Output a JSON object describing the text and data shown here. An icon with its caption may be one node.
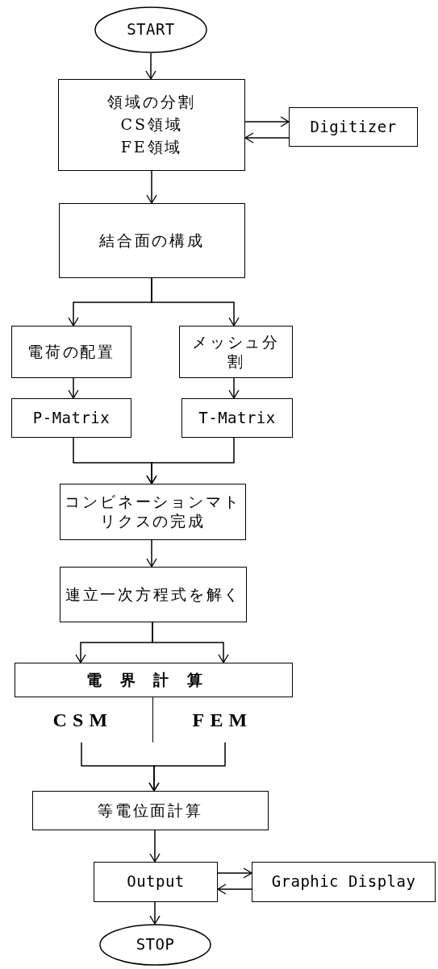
{
  "diagram": {
    "nodes": [
      {
        "text": [
          "START"
        ]
      },
      {
        "text": [
          "領域の分割",
          "CS領域",
          "FE領域"
        ]
      },
      {
        "text": [
          "Digitizer"
        ]
      },
      {
        "text": [
          "結合面の構成"
        ]
      },
      {
        "text": [
          "電荷の配置"
        ]
      },
      {
        "text": [
          "メッシュ分割"
        ]
      },
      {
        "text": [
          "P-Matrix"
        ]
      },
      {
        "text": [
          "T-Matrix"
        ]
      },
      {
        "text": [
          "コンビネーションマトリクスの完成"
        ]
      },
      {
        "text": [
          "連立一次方程式を解く"
        ]
      },
      {
        "text": [
          "電界計算"
        ]
      },
      {
        "text": [
          "CSM"
        ],
        "in": 10
      },
      {
        "text": [
          "FEM"
        ],
        "in": 10
      },
      {
        "text": [
          "等電位面計算"
        ]
      },
      {
        "text": [
          "Output"
        ]
      },
      {
        "text": [
          "Graphic Display"
        ]
      },
      {
        "text": [
          "STOP"
        ]
      }
    ],
    "edges": [
      {
        "from": 0,
        "to": 1,
        "arrow": "to"
      },
      {
        "from": 1,
        "to": 2,
        "arrow": "to"
      },
      {
        "from": 2,
        "to": 1,
        "arrow": "to"
      },
      {
        "from": 1,
        "to": 3,
        "arrow": "to"
      },
      {
        "from": 3,
        "to": 4,
        "arrow": "to"
      },
      {
        "from": 3,
        "to": 5,
        "arrow": "to"
      },
      {
        "from": 4,
        "to": 6,
        "arrow": "to"
      },
      {
        "from": 5,
        "to": 7,
        "arrow": "to"
      },
      {
        "from": 6,
        "to": 8,
        "arrow": "to"
      },
      {
        "from": 7,
        "to": 8,
        "arrow": "to"
      },
      {
        "from": 8,
        "to": 9,
        "arrow": "to"
      },
      {
        "from": 9,
        "to": 10,
        "arrow": "to"
      },
      {
        "from": 9,
        "to": 10,
        "arrow": "to"
      },
      {
        "from": 11,
        "to": 13,
        "arrow": "to"
      },
      {
        "from": 12,
        "to": 13,
        "arrow": "to"
      },
      {
        "from": 13,
        "to": 14,
        "arrow": "to"
      },
      {
        "from": 14,
        "to": 15,
        "arrow": "to"
      },
      {
        "from": 15,
        "to": 14,
        "arrow": "to"
      },
      {
        "from": 14,
        "to": 16,
        "arrow": "to"
      }
    ]
  }
}
